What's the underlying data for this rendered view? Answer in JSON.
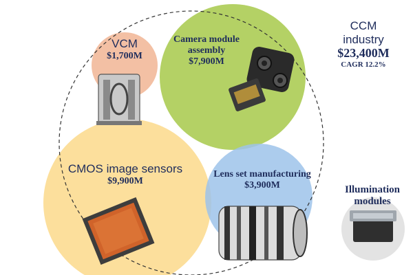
{
  "industry": {
    "title_line1": "CCM",
    "title_line2": "industry",
    "value": "$23,400M",
    "cagr": "CAGR 12.2%"
  },
  "segments": {
    "vcm": {
      "label": "VCM",
      "value": "$1,700M"
    },
    "camera_module": {
      "label_line1": "Camera module",
      "label_line2": "assembly",
      "value": "$7,900M"
    },
    "cmos": {
      "label": "CMOS image sensors",
      "value": "$9,900M"
    },
    "lens": {
      "label": "Lens set manufacturing",
      "value": "$3,900M"
    }
  },
  "illumination": {
    "label_line1": "Illumination",
    "label_line2": "modules"
  },
  "colors": {
    "vcm": "#f2b99a",
    "camera_module": "#a7c94a",
    "cmos": "#fbd98b",
    "lens": "#9ec3ea",
    "text": "#1f2d5c"
  }
}
